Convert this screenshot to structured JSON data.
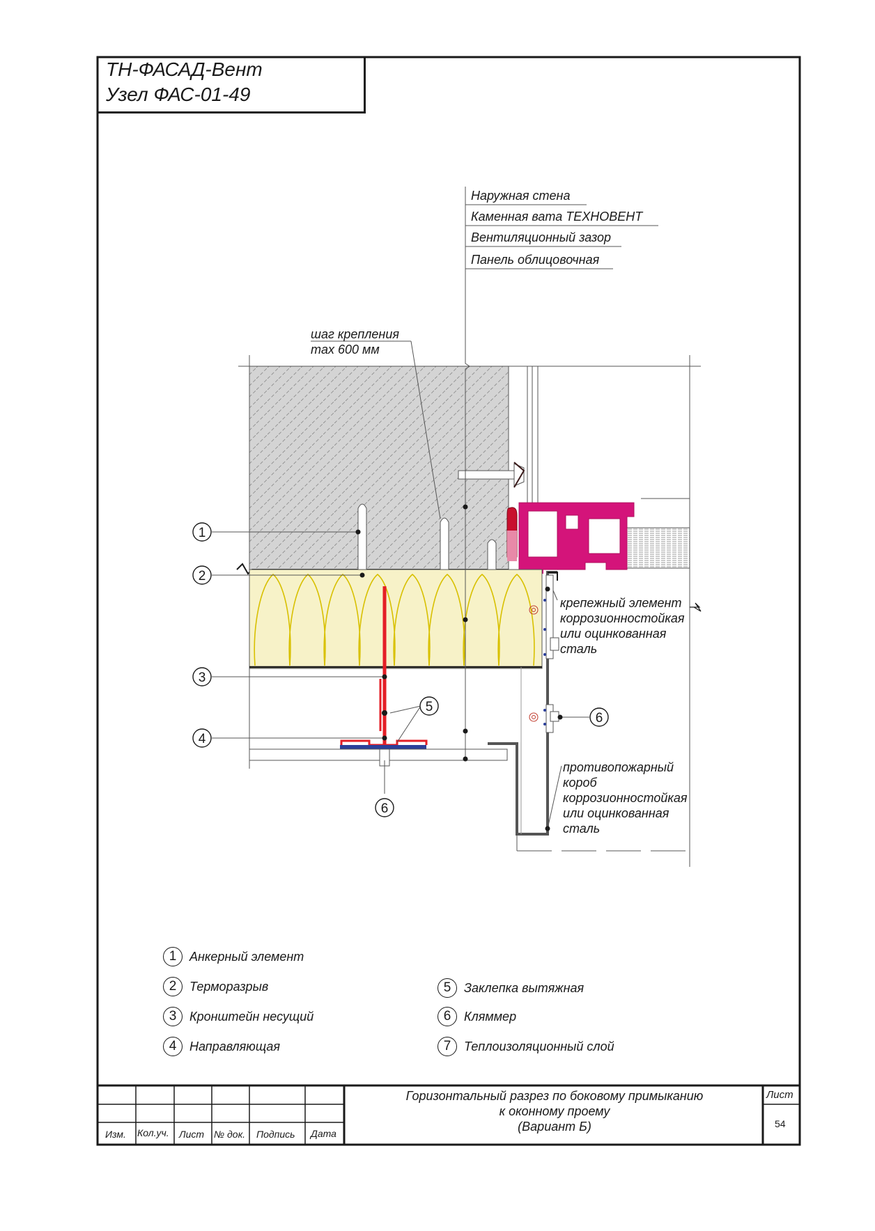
{
  "title_block": {
    "line1": "ТН-ФАСАД-Вент",
    "line2": "Узел ФАС-01-49"
  },
  "layer_callouts": [
    "Наружная стена",
    "Каменная вата ТЕХНОВЕНТ",
    "Вентиляционный зазор",
    "Панель облицовочная"
  ],
  "step_note": {
    "line1": "шаг крепления",
    "line2": "max 600 мм"
  },
  "fastener_note": {
    "line1": "крепежный элемент",
    "line2": "коррозионностойкая",
    "line3": "или оцинкованная",
    "line4": "сталь"
  },
  "firebox_note": {
    "line1": "противопожарный",
    "line2": "короб",
    "line3": "коррозионностойкая",
    "line4": "или оцинкованная",
    "line5": "сталь"
  },
  "markers": {
    "m1": "1",
    "m2": "2",
    "m3": "3",
    "m4": "4",
    "m5": "5",
    "m6a": "6",
    "m6b": "6"
  },
  "legend": [
    {
      "num": "1",
      "label": "Анкерный элемент"
    },
    {
      "num": "2",
      "label": "Терморазрыв"
    },
    {
      "num": "3",
      "label": "Кронштейн несущий"
    },
    {
      "num": "4",
      "label": "Направляющая"
    },
    {
      "num": "5",
      "label": "Заклепка вытяжная"
    },
    {
      "num": "6",
      "label": "Кляммер"
    },
    {
      "num": "7",
      "label": "Теплоизоляционный слой"
    }
  ],
  "stamp": {
    "headers": [
      "Изм.",
      "Кол.уч.",
      "Лист",
      "№ док.",
      "Подпись",
      "Дата"
    ],
    "drawing_title": {
      "line1": "Горизонтальный разрез по боковому примыканию",
      "line2": "к оконному  проему",
      "line3": "(Вариант Б)"
    },
    "sheet_label": "Лист",
    "sheet_number": "54"
  },
  "colors": {
    "line": "#1a1a1a",
    "window_frame": "#d4147a",
    "bracket": "#e41e26",
    "guide_rail": "#2b3f9a",
    "insulation": "#f7f2c8",
    "insulation_curve": "#d8c000",
    "sealant": "#c8102e"
  }
}
